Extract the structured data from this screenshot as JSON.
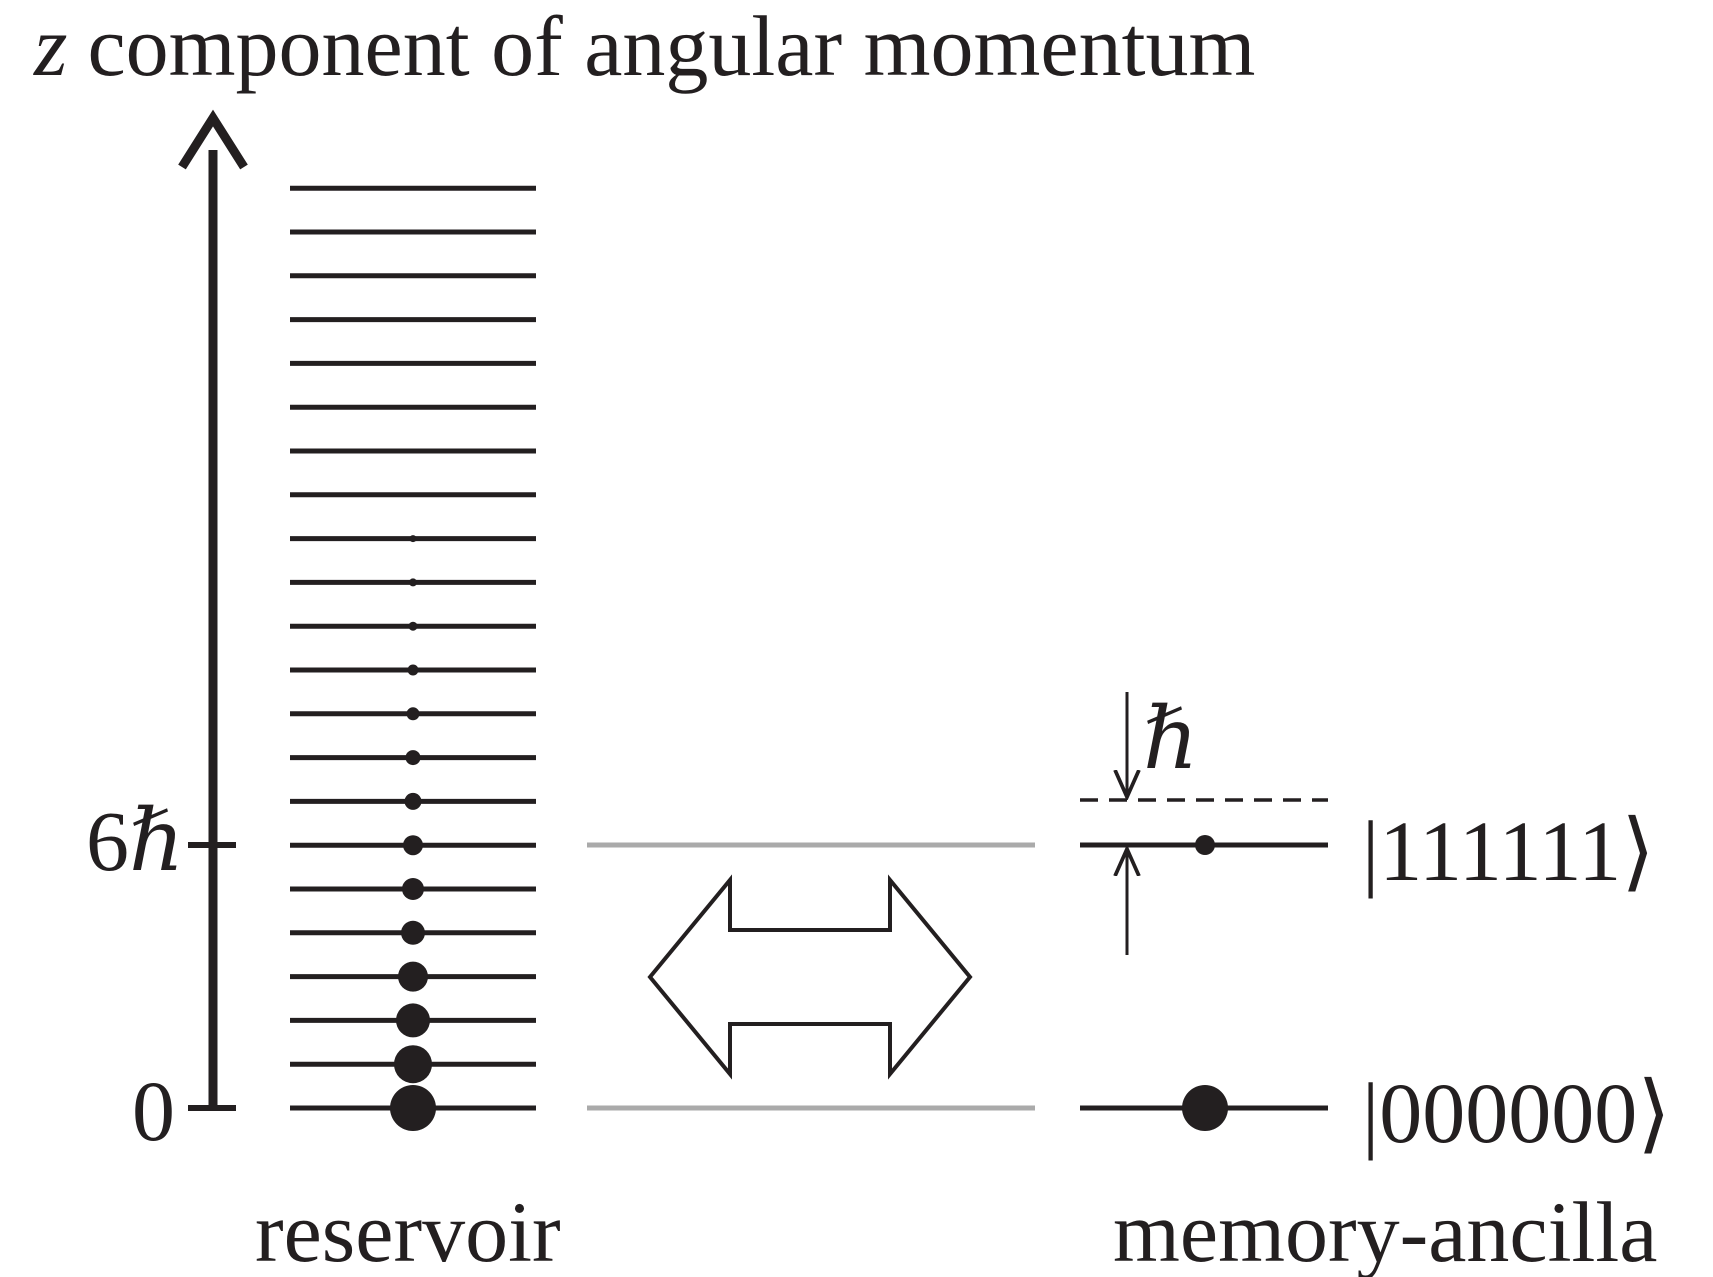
{
  "title": {
    "var": "z",
    "text": "component of angular momentum"
  },
  "axis": {
    "tick_zero": "0",
    "tick_six_num": "6",
    "hbar": "ℏ"
  },
  "reservoir": {
    "label": "reservoir",
    "levels": 22,
    "dot_radii": [
      23,
      19,
      17,
      15,
      12,
      11,
      10,
      8.5,
      7.5,
      6.5,
      5.5,
      4.5,
      4,
      3.5
    ]
  },
  "ancilla": {
    "label": "memory-ancilla",
    "ket_low": "|000000⟩",
    "ket_high": "|111111⟩",
    "spacing_label": "ℏ",
    "low_dot_radius": 23,
    "high_dot_radius": 10
  },
  "colors": {
    "ink": "#231f20",
    "connector": "#aaaaaa"
  }
}
